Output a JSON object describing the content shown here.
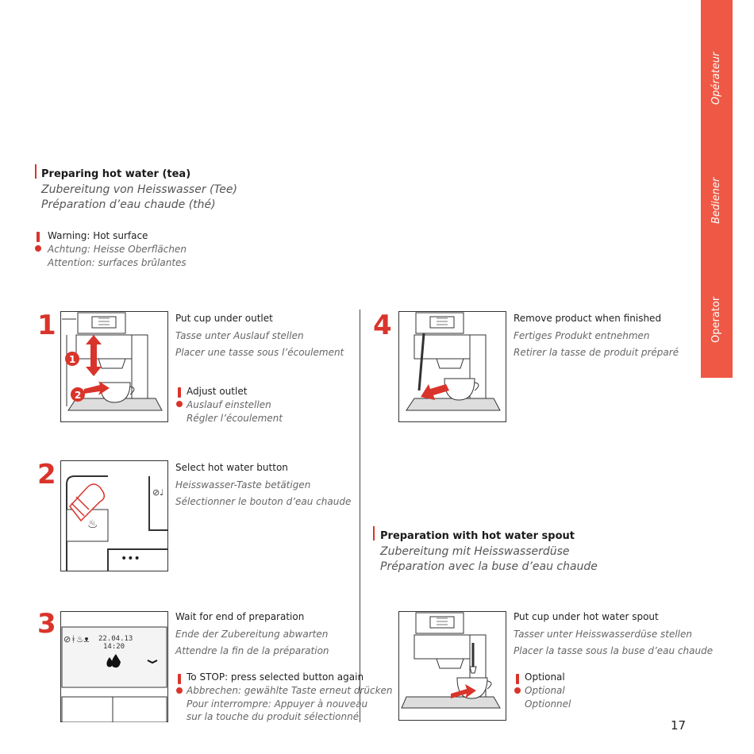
{
  "side_tabs": {
    "operateur": "Opérateur",
    "bediener": "Bediener",
    "operator": "Operator"
  },
  "section1": {
    "title_en": "Preparing hot water (tea)",
    "title_de": "Zubereitung von Heisswasser (Tee)",
    "title_fr": "Préparation d’eau chaude (thé)",
    "warning_en": "Warning: Hot surface",
    "warning_de": "Achtung: Heisse Oberflächen",
    "warning_fr": "Attention: surfaces brûlantes"
  },
  "steps": [
    {
      "num": "1",
      "en": "Put cup under outlet",
      "de": "Tasse unter Auslauf stellen",
      "fr": "Placer une tasse sous l’écoulement",
      "note_en": "Adjust outlet",
      "note_de": "Auslauf einstellen",
      "note_fr": "Régler l’écoulement",
      "badge1": "1",
      "badge2": "2"
    },
    {
      "num": "2",
      "en": "Select hot water button",
      "de": "Heisswasser-Taste betätigen",
      "fr": "Sélectionner le bouton d’eau chaude",
      "dots": "•••"
    },
    {
      "num": "3",
      "en": "Wait for end of preparation",
      "de": "Ende der Zubereitung abwarten",
      "fr": "Attendre la fin de la préparation",
      "note_en": "To STOP: press selected button again",
      "note_de": "Abbrechen: gewählte Taste erneut drücken",
      "note_fr1": "Pour interrompre: Appuyer à nouveau",
      "note_fr2": "sur la touche du produit sélectionné",
      "display_date": "22.04.13",
      "display_time": "14:20"
    },
    {
      "num": "4",
      "en": "Remove product when finished",
      "de": "Fertiges Produkt entnehmen",
      "fr": "Retirer la tasse de produit préparé"
    }
  ],
  "section2": {
    "title_en": "Preparation with hot water spout",
    "title_de": "Zubereitung mit Heisswasserdüse",
    "title_fr": "Préparation avec la buse d’eau chaude",
    "en": "Put cup under hot water spout",
    "de": "Tasser unter Heisswasserdüse stellen",
    "fr": "Placer la tasse sous la buse d’eau chaude",
    "note_en": "Optional",
    "note_de": "Optional",
    "note_fr": "Optionnel"
  },
  "page_number": "17",
  "colors": {
    "accent": "#ee5845",
    "red": "#d9342b"
  }
}
